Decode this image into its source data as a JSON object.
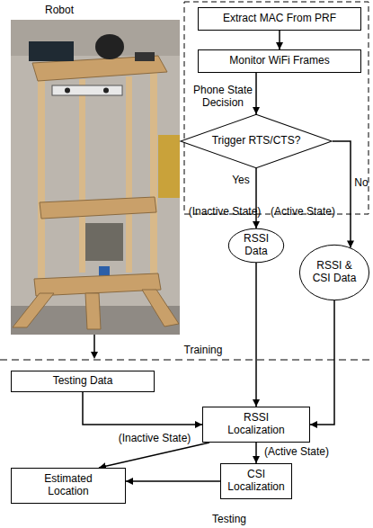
{
  "diagram": {
    "nodes": [
      {
        "text": [
          "Extract MAC From PRF"
        ]
      },
      {
        "text": [
          "Monitor WiFi Frames"
        ]
      },
      {
        "text": [
          "Trigger RTS/CTS?"
        ]
      },
      {
        "text": [
          "RSSI Data"
        ]
      },
      {
        "text": [
          "RSSI & CSI Data"
        ]
      },
      {
        "text": [
          "Testing Data"
        ]
      },
      {
        "text": [
          "RSSI Localization"
        ]
      },
      {
        "text": [
          "Estimated Location"
        ]
      },
      {
        "text": [
          "CSI Localization"
        ]
      }
    ],
    "edges": [
      {
        "from": 0,
        "to": 1,
        "arrow": "to"
      },
      {
        "from": 1,
        "to": 2,
        "label": "Phone State Decision",
        "arrow": "to"
      },
      {
        "from": 2,
        "to": 3,
        "label": "Yes",
        "arrow": "to"
      },
      {
        "from": 2,
        "to": 4,
        "label": "No",
        "arrow": "to"
      },
      {
        "from": 3,
        "to": 6,
        "arrow": "to"
      },
      {
        "from": 4,
        "to": 6,
        "arrow": "to"
      },
      {
        "from": 5,
        "to": 6,
        "arrow": "to"
      },
      {
        "from": 6,
        "to": 7,
        "arrow": "to"
      },
      {
        "from": 6,
        "to": 8,
        "arrow": "to"
      },
      {
        "from": 8,
        "to": 7,
        "arrow": "to"
      }
    ],
    "labels": [
      "Robot",
      "(Inactive State)",
      "(Active State)",
      "Training",
      "(Inactive State)",
      "(Active State)",
      "Testing"
    ]
  }
}
